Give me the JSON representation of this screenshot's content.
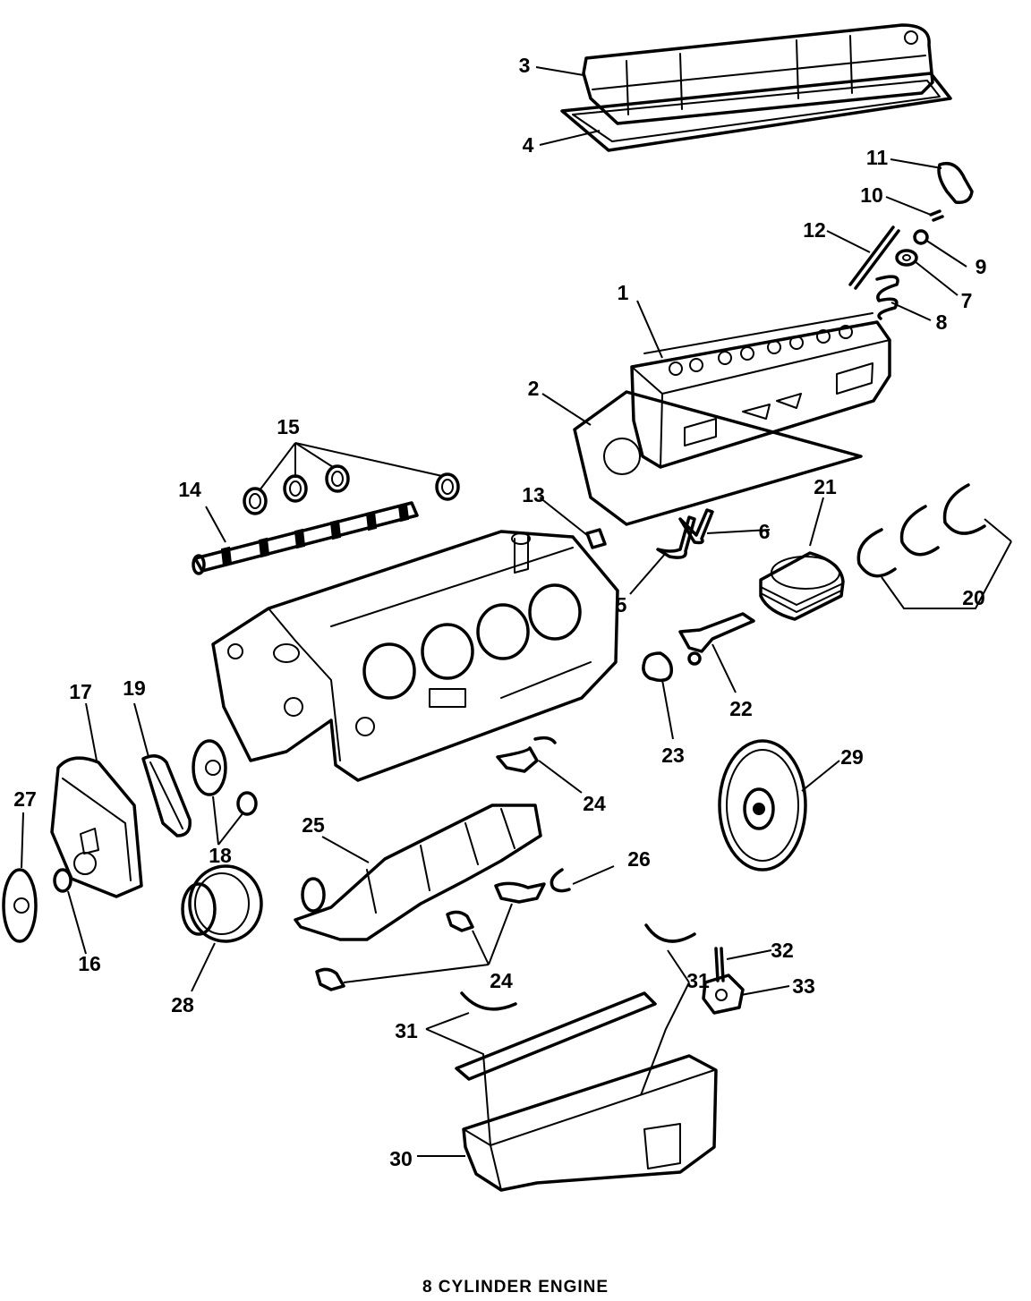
{
  "caption": "8 CYLINDER ENGINE",
  "callouts": {
    "c1": "1",
    "c2": "2",
    "c3": "3",
    "c4": "4",
    "c5": "5",
    "c6": "6",
    "c7": "7",
    "c8": "8",
    "c9": "9",
    "c10": "10",
    "c11": "11",
    "c12": "12",
    "c13": "13",
    "c14": "14",
    "c15": "15",
    "c16": "16",
    "c17": "17",
    "c18": "18",
    "c19": "19",
    "c20": "20",
    "c21": "21",
    "c22": "22",
    "c23": "23",
    "c24a": "24",
    "c24b": "24",
    "c25": "25",
    "c26": "26",
    "c27": "27",
    "c28": "28",
    "c29": "29",
    "c30": "30",
    "c31a": "31",
    "c31b": "31",
    "c32": "32",
    "c33": "33"
  }
}
